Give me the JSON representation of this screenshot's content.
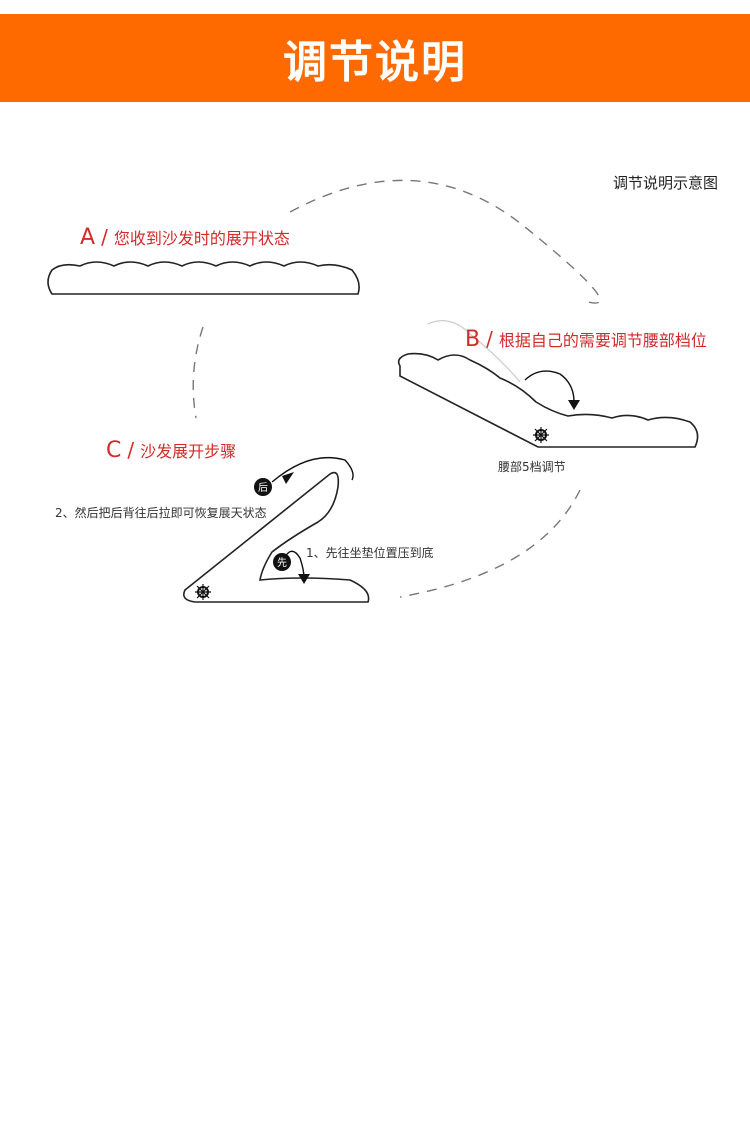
{
  "header": {
    "title": "调节说明"
  },
  "diagram": {
    "title": "调节说明示意图",
    "steps": [
      {
        "letter": "A",
        "separator": "/",
        "text": "您收到沙发时的展开状态"
      },
      {
        "letter": "B",
        "separator": "/",
        "text": "根据自己的需要调节腰部档位"
      },
      {
        "letter": "C",
        "separator": "/",
        "text": "沙发展开步骤"
      }
    ],
    "lumbar_caption": "腰部5档调节",
    "instruction_2": "2、然后把后背往后拉即可恢复展天状态",
    "instruction_1": "1、先往坐垫位置压到底",
    "badge_after": "后",
    "badge_first": "先"
  },
  "colors": {
    "banner": "#fe6a00",
    "step_label": "#d22b2b"
  }
}
